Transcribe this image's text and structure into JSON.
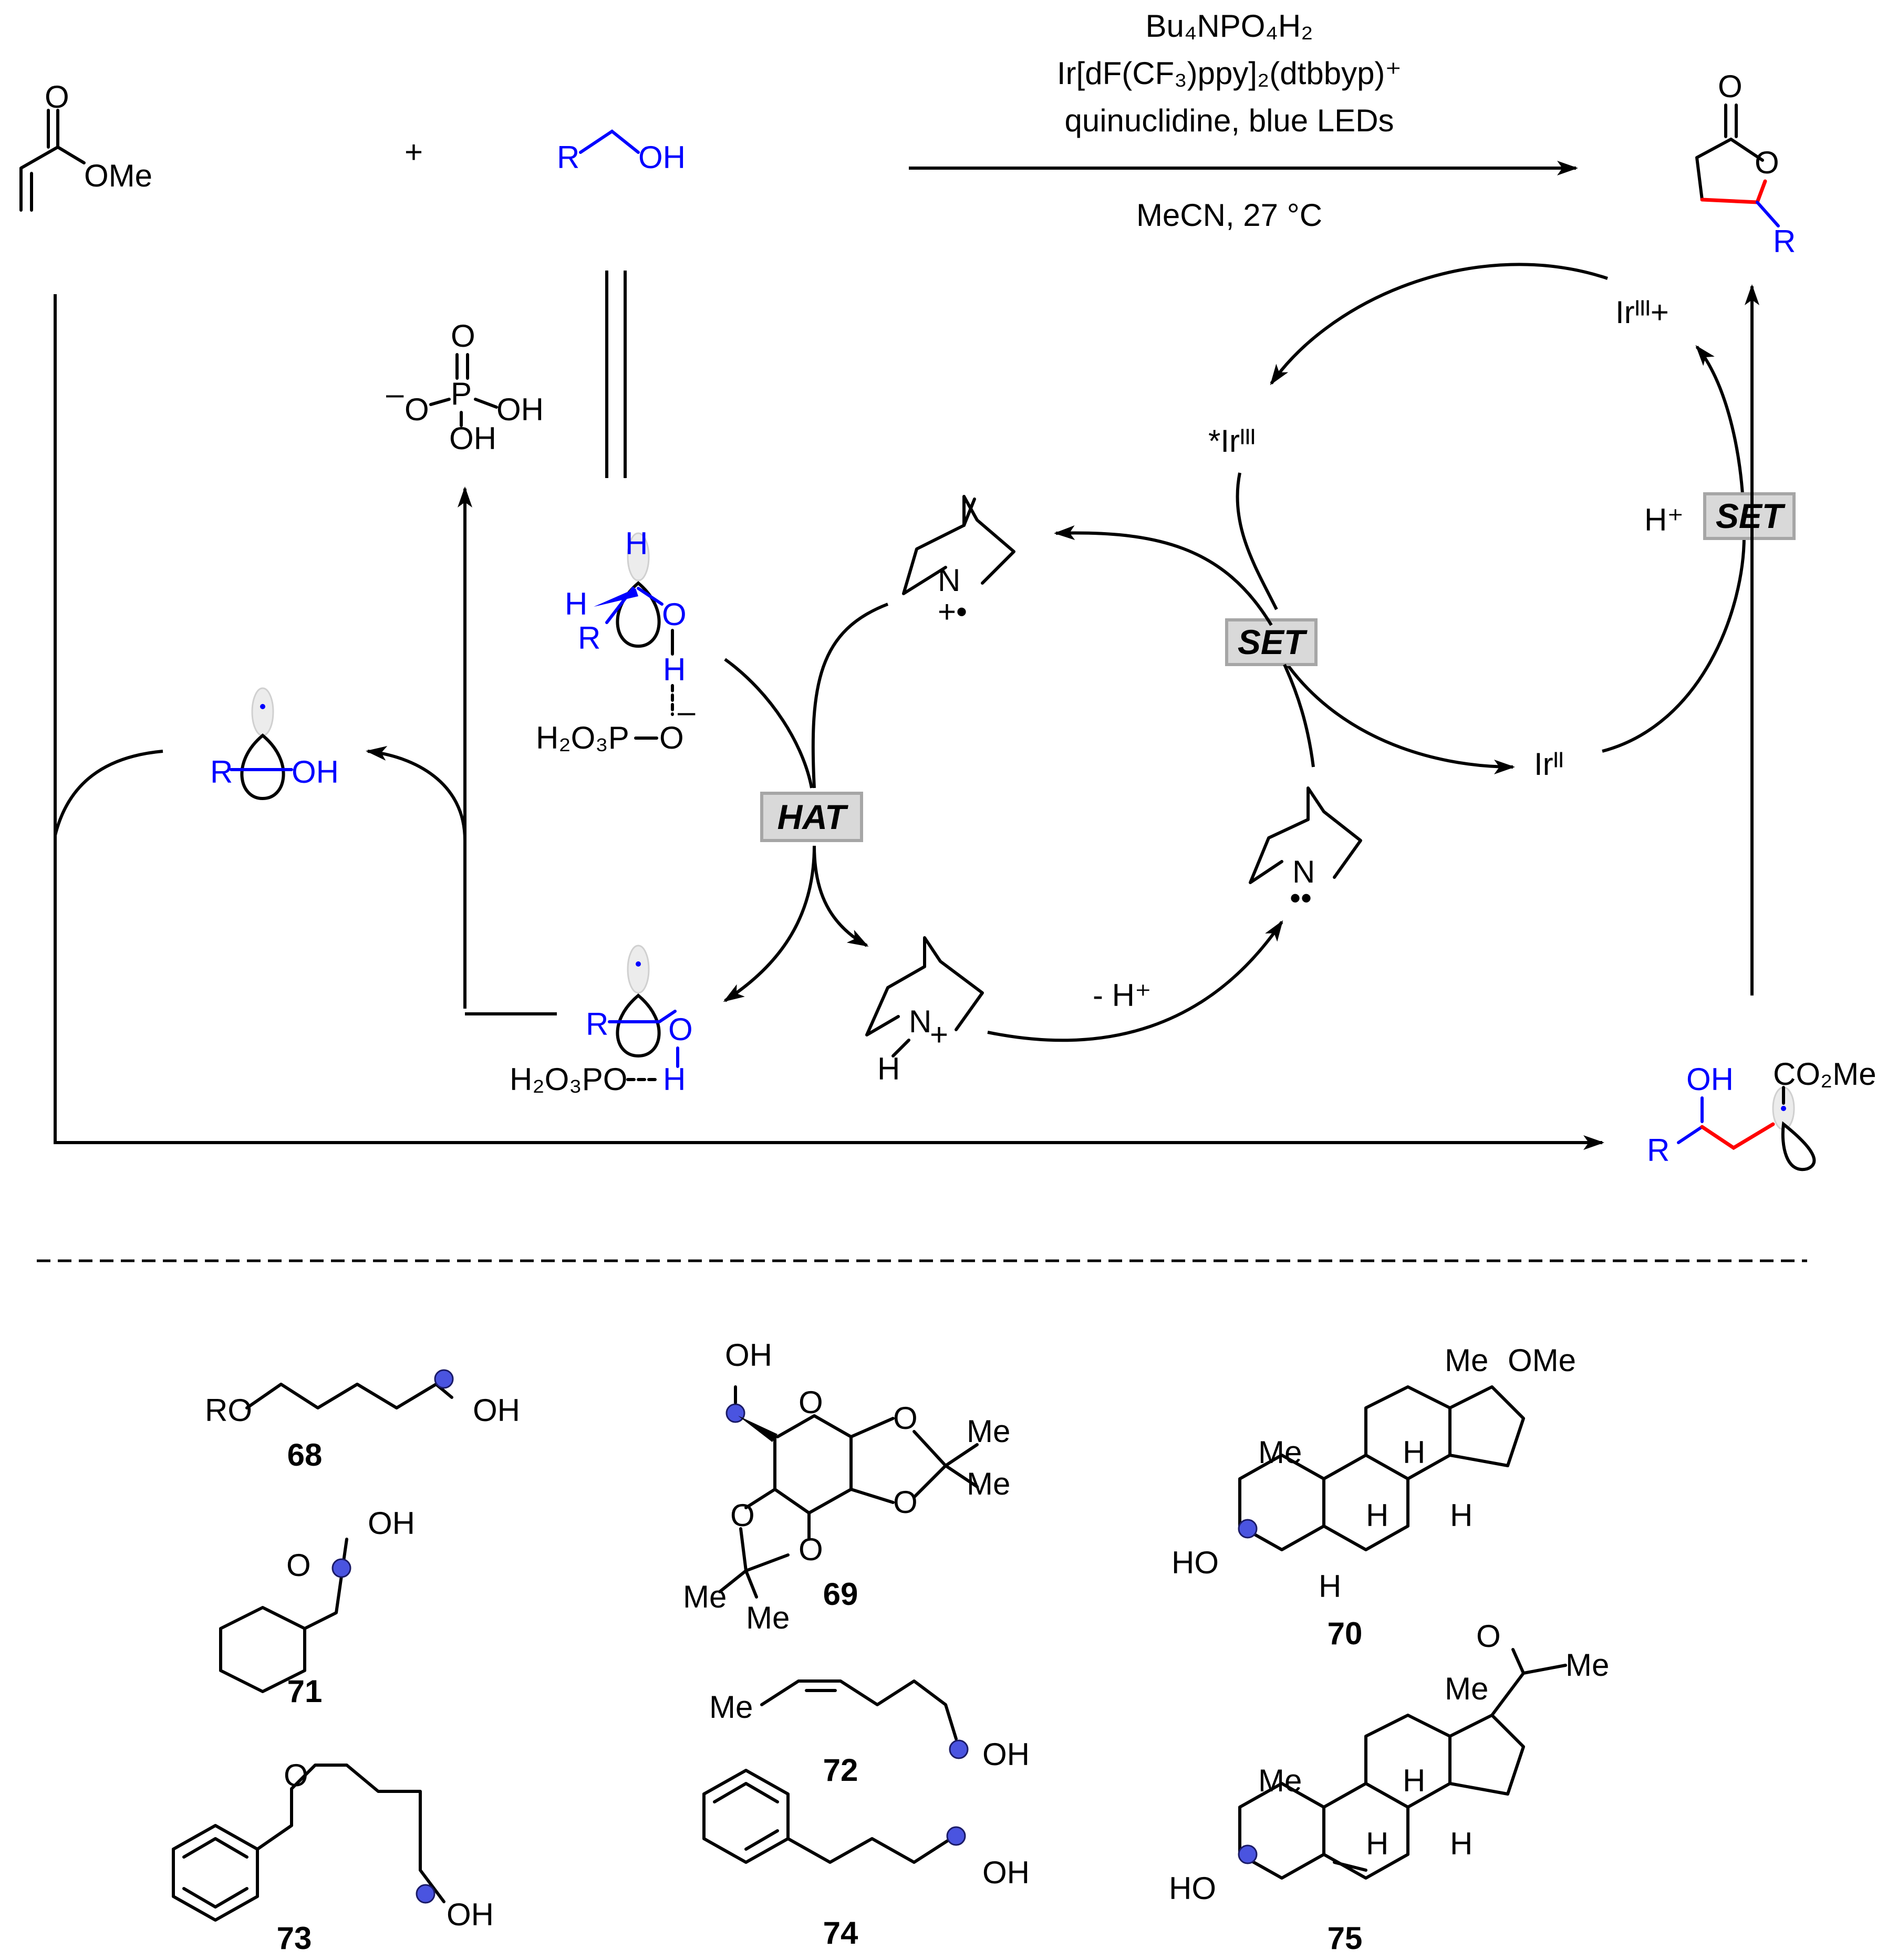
{
  "conditions": {
    "line1": "Bu₄NPO₄H₂",
    "line2": "Ir[dF(CF₃)ppy]₂(dtbbyp)⁺",
    "line3": "quinuclidine, blue LEDs",
    "line4": "MeCN, 27 °C"
  },
  "reactants": {
    "plus": "+",
    "acrylate_ome": "OMe",
    "alcohol_r": "R",
    "alcohol_oh": "OH"
  },
  "cycle": {
    "hat_label": "HAT",
    "set_label_center": "SET",
    "set_label_right": "SET",
    "ir_iii_plus": "Irᴵᴵᴵ+",
    "ir_iii_star": "*Irᴵᴵᴵ",
    "ir_ii": "Irᴵᴵ",
    "h_plus": "H⁺",
    "minus_h_plus": "- H⁺",
    "phosphate_o": "O",
    "phosphate_p": "P",
    "phosphate_oh": "OH",
    "phosphate_oh2": "OH",
    "phosphate_minus": "–",
    "complex_h_top": "H",
    "complex_h_left": "H",
    "complex_r": "R",
    "complex_o": "O",
    "complex_h_mid": "H",
    "complex_h2o3p": "H₂O₃P",
    "complex_o_low": "O",
    "complex_minus": "–",
    "radical_r": "R",
    "radical_oh": "OH",
    "radical_complex_r": "R",
    "radical_complex_o": "O",
    "radical_complex_h2o3po": "H₂O₃PO",
    "radical_complex_h": "H",
    "quin_cation_n": "N",
    "quin_cation_charge": "+•",
    "quin_protonated_n": "N",
    "quin_protonated_h": "H",
    "quin_protonated_plus": "+",
    "quin_neutral_n": "N",
    "quin_neutral_lp": "••"
  },
  "products": {
    "lactone_o_carbonyl": "O",
    "lactone_o_ring": "O",
    "lactone_r": "R",
    "intermediate_oh": "OH",
    "intermediate_co2me": "CO₂Me",
    "intermediate_r": "R"
  },
  "substrates": [
    {
      "id": "68",
      "label": "68",
      "texts": [
        "RO",
        "OH"
      ]
    },
    {
      "id": "69",
      "label": "69",
      "texts": [
        "OH",
        "O",
        "O",
        "O",
        "O",
        "O",
        "Me",
        "Me",
        "Me",
        "Me"
      ]
    },
    {
      "id": "70",
      "label": "70",
      "texts": [
        "Me",
        "OMe",
        "Me",
        "H",
        "H",
        "H",
        "H",
        "HO"
      ]
    },
    {
      "id": "71",
      "label": "71",
      "texts": [
        "OH",
        "O"
      ]
    },
    {
      "id": "72",
      "label": "72",
      "texts": [
        "Me",
        "OH"
      ]
    },
    {
      "id": "73",
      "label": "73",
      "texts": [
        "O",
        "OH"
      ]
    },
    {
      "id": "74",
      "label": "74",
      "texts": [
        "OH"
      ]
    },
    {
      "id": "75",
      "label": "75",
      "texts": [
        "O",
        "Me",
        "Me",
        "Me",
        "H",
        "H",
        "H",
        "HO"
      ]
    }
  ],
  "colors": {
    "highlight_bond": "#ff0000",
    "reactive_atom": "#0000ff",
    "radical_ball": "#4a54e0",
    "label_box": "#d9d9d9"
  }
}
